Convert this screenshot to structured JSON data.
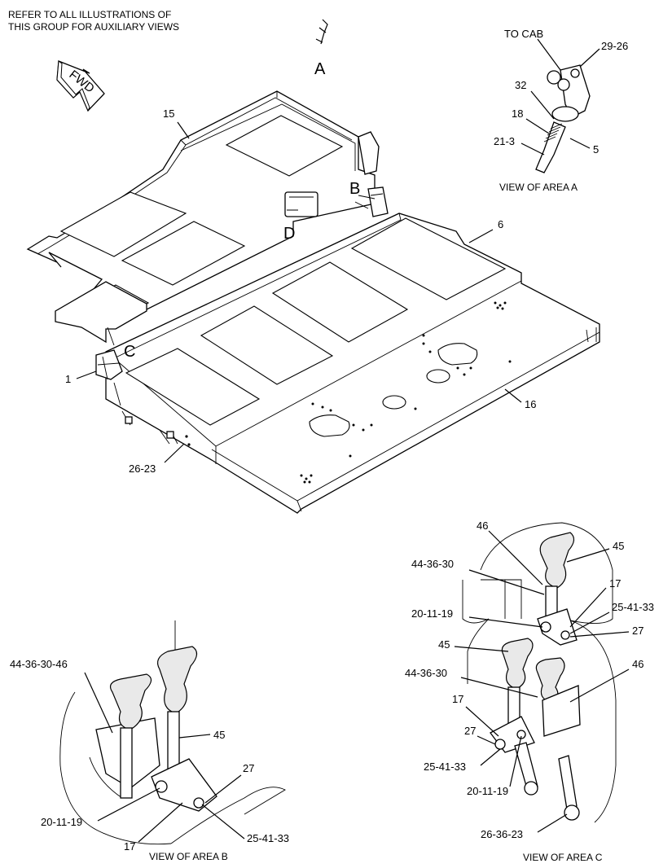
{
  "note": "REFER TO ALL ILLUSTRATIONS OF\nTHIS GROUP FOR AUXILIARY VIEWS",
  "note_line1": "REFER TO ALL ILLUSTRATIONS OF",
  "note_line2": "THIS GROUP FOR AUXILIARY VIEWS",
  "fwd_label": "FWD",
  "area_letters": {
    "a": "A",
    "b": "B",
    "c": "C",
    "d": "D"
  },
  "main_callouts": {
    "c15": "15",
    "c6": "6",
    "c16": "16",
    "c1": "1",
    "c26_23": "26-23"
  },
  "view_a": {
    "title": "VIEW OF AREA A",
    "to_cab": "TO CAB",
    "c29_26": "29-26",
    "c32": "32",
    "c18": "18",
    "c21_3": "21-3",
    "c5": "5"
  },
  "view_b": {
    "title": "VIEW OF AREA B",
    "c44_36_30_46": "44-36-30-46",
    "c45": "45",
    "c27": "27",
    "c20_11_19": "20-11-19",
    "c17": "17",
    "c25_41_33": "25-41-33"
  },
  "view_c": {
    "title": "VIEW OF AREA C",
    "c46a": "46",
    "c45a": "45",
    "c44_36_30a": "44-36-30",
    "c17a": "17",
    "c20_11_19a": "20-11-19",
    "c25_41_33a": "25-41-33",
    "c27a": "27",
    "c45b": "45",
    "c44_36_30b": "44-36-30",
    "c46b": "46",
    "c17b": "17",
    "c27b": "27",
    "c25_41_33b": "25-41-33",
    "c20_11_19b": "20-11-19",
    "c26_36_23": "26-36-23"
  }
}
